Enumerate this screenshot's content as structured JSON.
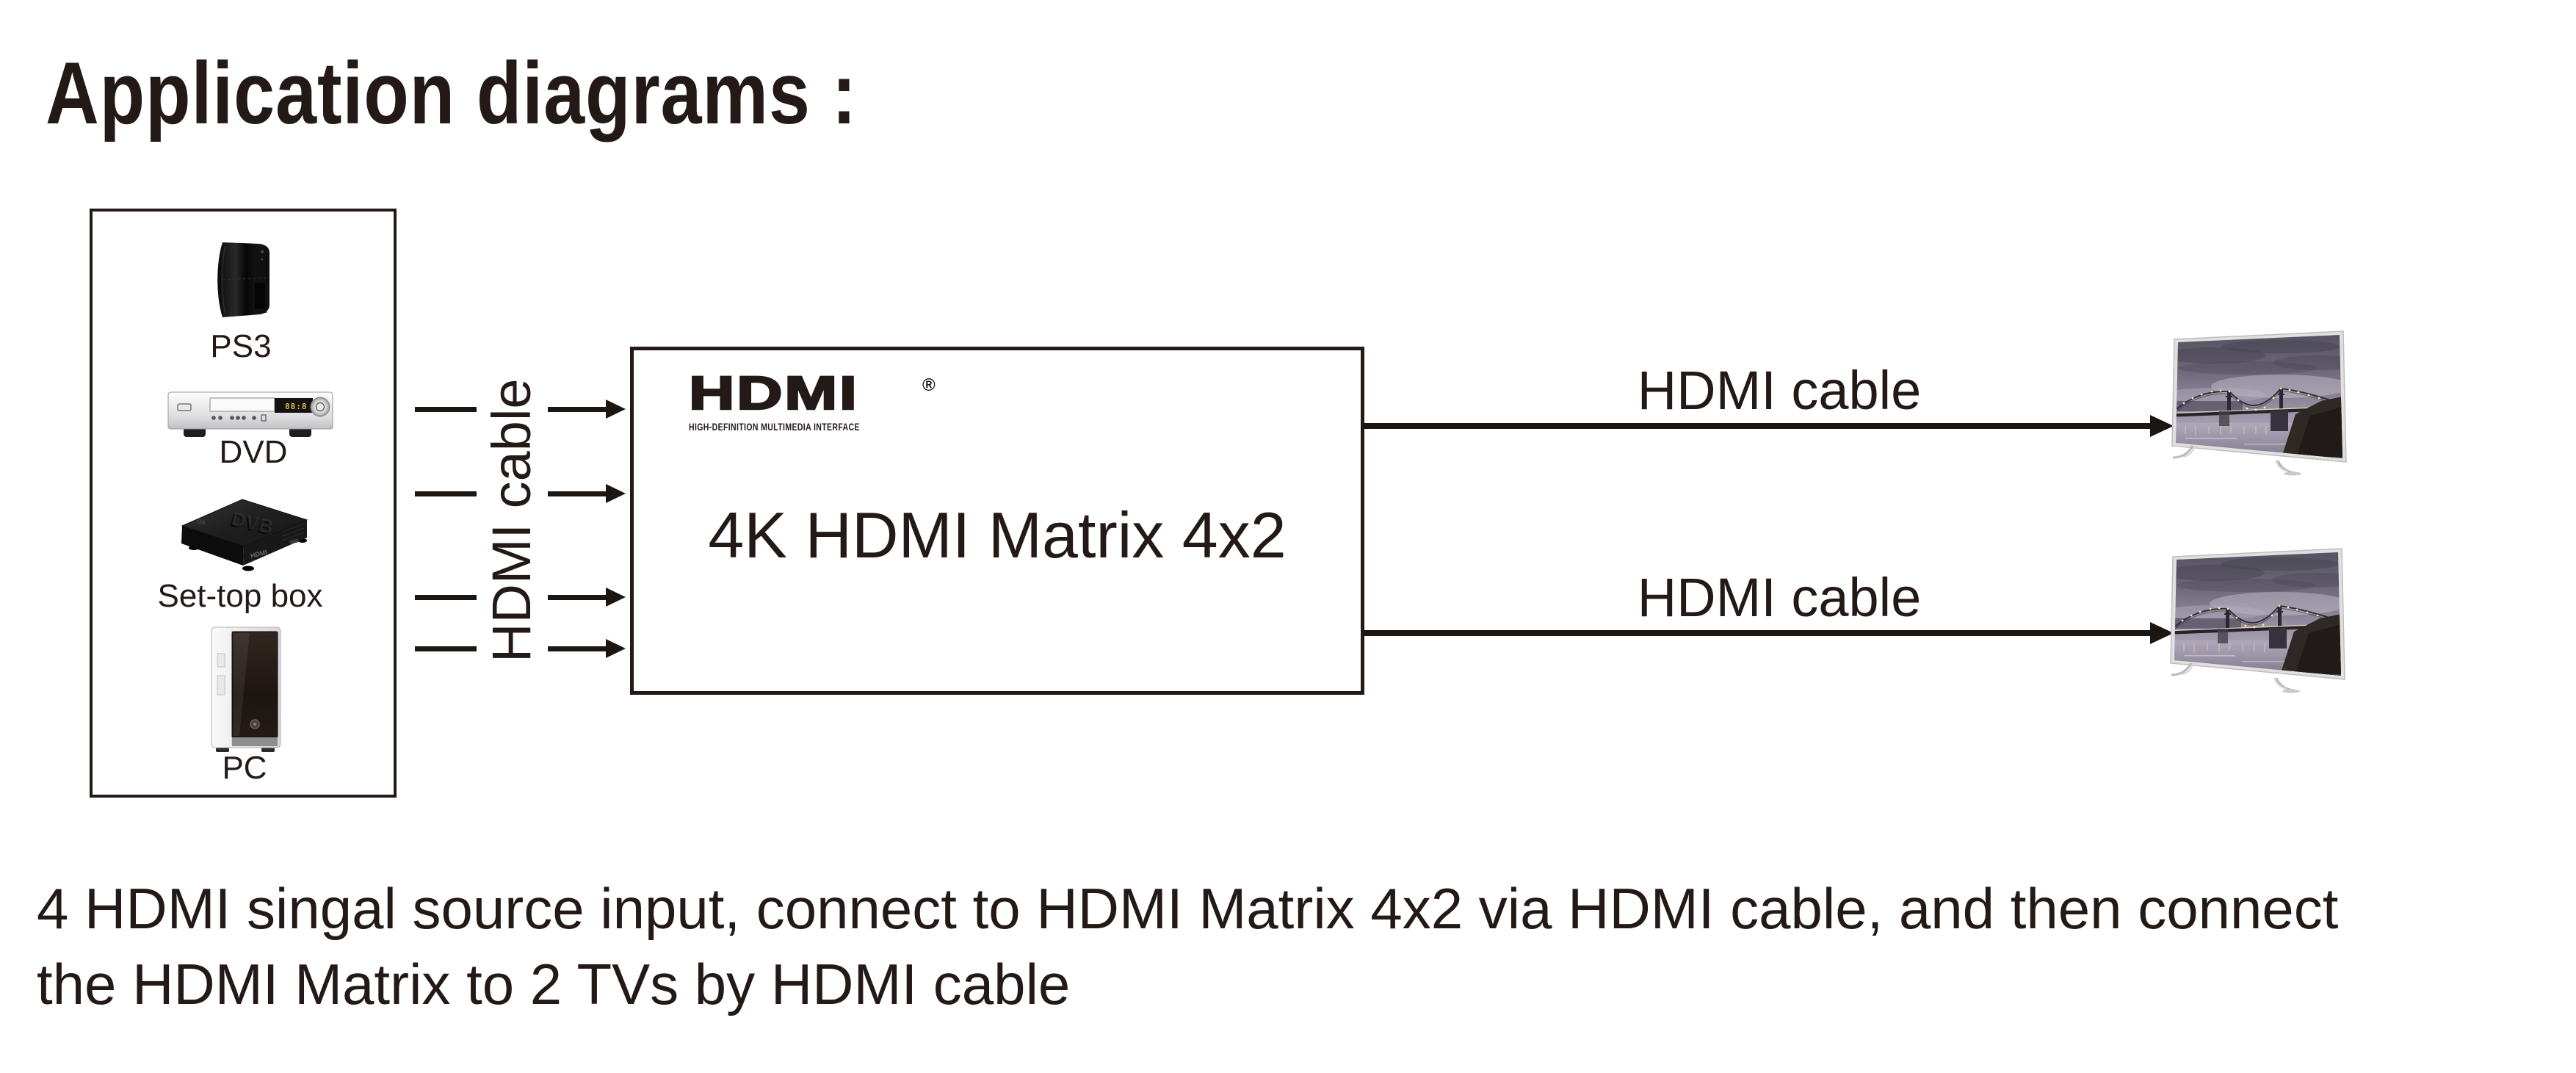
{
  "title": "Application diagrams :",
  "sources_panel": {
    "items": [
      {
        "name": "PS3"
      },
      {
        "name": "DVD"
      },
      {
        "name": "Set-top box"
      },
      {
        "name": "PC"
      }
    ]
  },
  "input_cable_label": "HDMI cable",
  "matrix": {
    "logo_text": "HDMI",
    "logo_registered_mark": "®",
    "logo_tagline": "HIGH-DEFINITION MULTIMEDIA INTERFACE",
    "name": "4K HDMI Matrix 4x2"
  },
  "outputs": [
    {
      "cable_label": "HDMI cable"
    },
    {
      "cable_label": "HDMI cable"
    }
  ],
  "description": {
    "line1": "4 HDMI singal source input, connect to HDMI Matrix 4x2 via HDMI cable, and then connect",
    "line2": "the HDMI Matrix to 2 TVs by HDMI cable"
  },
  "icons": {
    "ps3": "ps3-console-icon",
    "dvd": "dvd-player-icon",
    "set_top_box": "set-top-box-icon",
    "pc": "pc-tower-icon",
    "tv": "tv-icon",
    "hdmi_logo": "hdmi-logo-icon",
    "arrow": "arrow-right-icon"
  },
  "colors": {
    "ink": "#231916",
    "background": "#ffffff",
    "tv_sky": "#948da0",
    "tv_lights_gold": "#f0d79b"
  }
}
